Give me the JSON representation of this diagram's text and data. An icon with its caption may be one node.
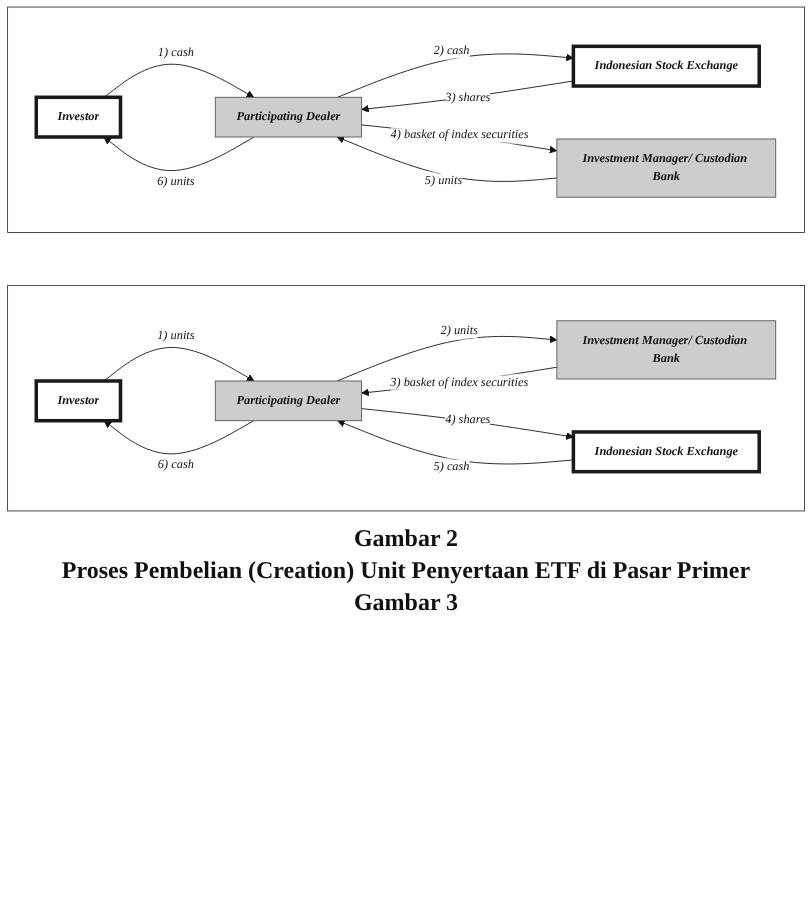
{
  "diagram": {
    "nodes": [
      {
        "text": [],
        "shape": "box"
      },
      {
        "text": [
          "Investor"
        ],
        "in": 0
      },
      {
        "text": [
          "Participating Dealer"
        ],
        "in": 0
      },
      {
        "text": [
          "Indonesian Stock Exchange"
        ],
        "in": 0
      },
      {
        "text": [
          "Investment Manager/ Custodian Bank"
        ],
        "in": 0
      },
      {
        "text": [],
        "shape": "box"
      },
      {
        "text": [
          "Investor"
        ],
        "in": 5
      },
      {
        "text": [
          "Participating Dealer"
        ],
        "in": 5
      },
      {
        "text": [
          "Indonesian Stock Exchange"
        ],
        "in": 5
      },
      {
        "text": [
          "Investment Manager/ Custodian Bank"
        ],
        "in": 5
      }
    ],
    "edges": [
      {
        "from": 1,
        "to": 2,
        "arrow": "to",
        "label": "1) cash"
      },
      {
        "from": 2,
        "to": 3,
        "arrow": "to",
        "label": "2) cash"
      },
      {
        "from": 3,
        "to": 2,
        "arrow": "to",
        "label": "3) shares"
      },
      {
        "from": 2,
        "to": 4,
        "arrow": "to",
        "label": "4) basket of index securities"
      },
      {
        "from": 4,
        "to": 2,
        "arrow": "to",
        "label": "5) units"
      },
      {
        "from": 2,
        "to": 1,
        "arrow": "to",
        "label": "6) units"
      },
      {
        "from": 6,
        "to": 7,
        "arrow": "to",
        "label": "1) units"
      },
      {
        "from": 7,
        "to": 9,
        "arrow": "to",
        "label": "2) units"
      },
      {
        "from": 9,
        "to": 7,
        "arrow": "to",
        "label": "3) basket of index securities"
      },
      {
        "from": 7,
        "to": 8,
        "arrow": "to",
        "label": "4) shares"
      },
      {
        "from": 8,
        "to": 7,
        "arrow": "to",
        "label": "5) cash"
      },
      {
        "from": 7,
        "to": 6,
        "arrow": "to",
        "label": "6) cash"
      }
    ],
    "labels": [
      "Gambar 2",
      "Proses Pembelian (Creation) Unit Penyertaan ETF di Pasar Primer",
      "Gambar 3"
    ]
  }
}
